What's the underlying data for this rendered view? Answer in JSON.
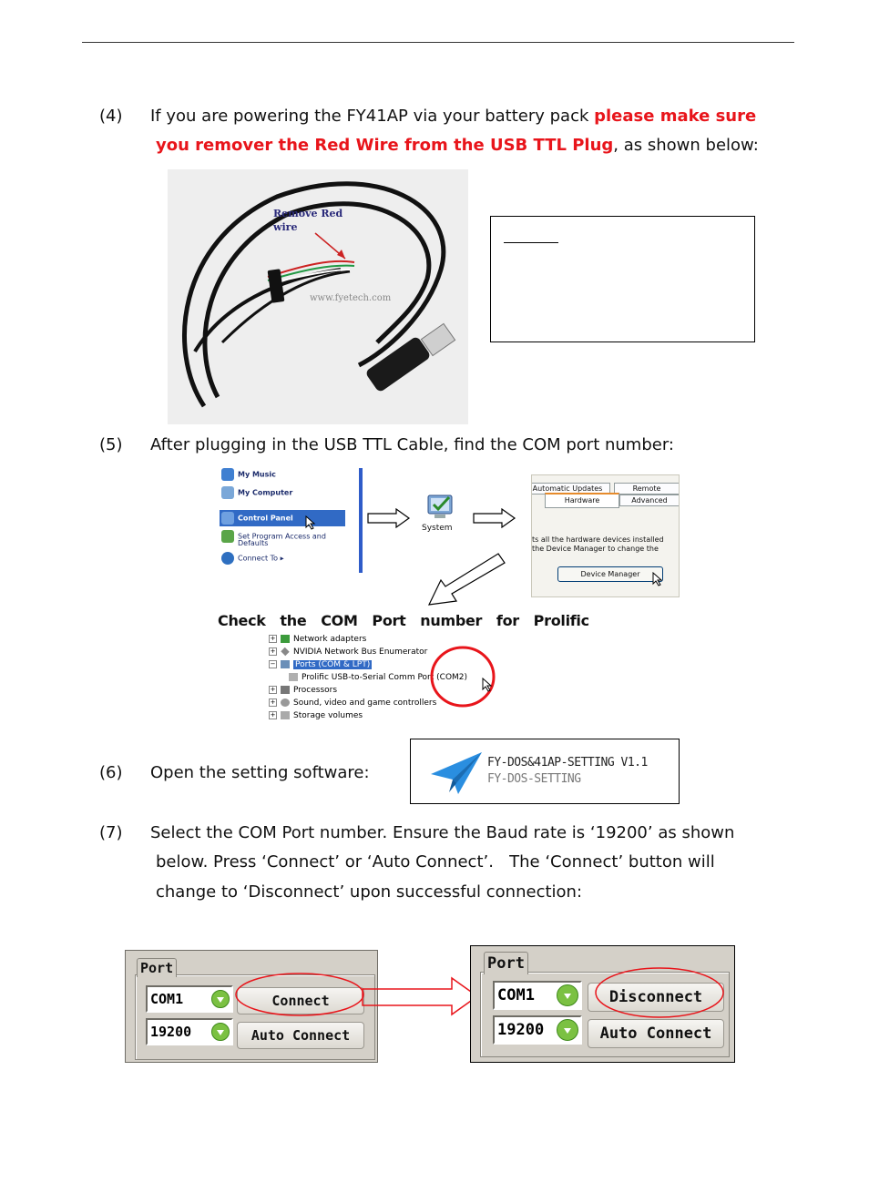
{
  "steps": {
    "s4": {
      "number": "(4)",
      "text_before": "If you are powering the FY41AP via your battery pack ",
      "red_line1": "please make sure",
      "red_line2": "you remover the Red Wire from the USB TTL Plug",
      "text_after": ", as shown below:"
    },
    "s5": {
      "number": "(5)",
      "text": "After plugging in the USB TTL Cable, find the COM port number:"
    },
    "s6": {
      "number": "(6)",
      "text": "Open the setting software:"
    },
    "s7": {
      "number": "(7)",
      "line1": "Select the COM Port number. Ensure the Baud rate is ‘19200’ as shown",
      "line2": "below. Press ‘Connect’ or ‘Auto Connect’.   The ‘Connect’ button will",
      "line3": "change to ‘Disconnect’ upon successful connection:"
    }
  },
  "photo": {
    "annotation_line1": "Remove Red",
    "annotation_line2": "wire",
    "watermark": "www.fyetech.com"
  },
  "start_menu": {
    "items": [
      "My Music",
      "My Computer",
      "Control Panel",
      "Set Program Access and",
      "Defaults",
      "Connect To"
    ]
  },
  "system_icon_label": "System",
  "system_properties": {
    "tabs": [
      "Automatic Updates",
      "Remote",
      "Hardware",
      "Advanced"
    ],
    "body_line1": "ts all the hardware devices installed",
    "body_line2": "the Device Manager to change the",
    "button": "Device Manager"
  },
  "check_caption": "Check   the   COM   Port   number   for   Prolific",
  "device_manager": {
    "rows": [
      "Network adapters",
      "NVIDIA Network Bus Enumerator",
      "Ports (COM & LPT)",
      "Prolific USB-to-Serial Comm Port (COM2)",
      "Processors",
      "Sound, video and game controllers",
      "Storage volumes"
    ]
  },
  "software": {
    "title": "FY-DOS&41AP-SETTING V1.1",
    "subtitle": "FY-DOS-SETTING"
  },
  "port_before": {
    "title": "Port",
    "com": "COM1",
    "baud": "19200",
    "connect": "Connect",
    "auto": "Auto Connect"
  },
  "port_after": {
    "title": "Port",
    "com": "COM1",
    "baud": "19200",
    "connect": "Disconnect",
    "auto": "Auto Connect"
  },
  "colors": {
    "red": "#e8151b",
    "xp_blue": "#316ac5"
  }
}
